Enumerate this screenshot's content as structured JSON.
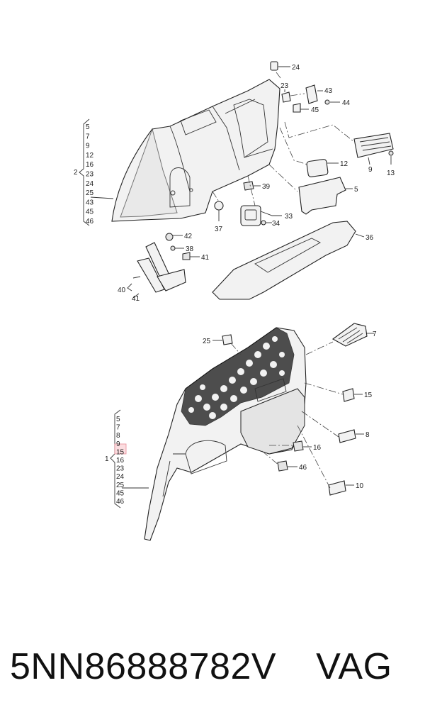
{
  "diagram": {
    "upper_assembly": {
      "group_number": "2",
      "group_list": [
        "5",
        "7",
        "9",
        "12",
        "16",
        "23",
        "24",
        "25",
        "43",
        "45",
        "46"
      ],
      "callouts": [
        "24",
        "23",
        "43",
        "44",
        "45",
        "9",
        "13",
        "12",
        "5",
        "39",
        "33",
        "34",
        "37",
        "36",
        "42",
        "38",
        "41",
        "40",
        "41"
      ]
    },
    "lower_assembly": {
      "group_number": "1",
      "group_list": [
        "5",
        "7",
        "8",
        "9",
        "15",
        "16",
        "23",
        "24",
        "25",
        "45",
        "46"
      ],
      "highlighted_item": "15",
      "callouts": [
        "25",
        "7",
        "15",
        "8",
        "16",
        "46",
        "10"
      ]
    }
  },
  "caption": {
    "part_number": "5NN86888782V",
    "brand": "VAG"
  },
  "colors": {
    "line": "#222222",
    "highlight": "#e88a96",
    "background": "#ffffff"
  }
}
